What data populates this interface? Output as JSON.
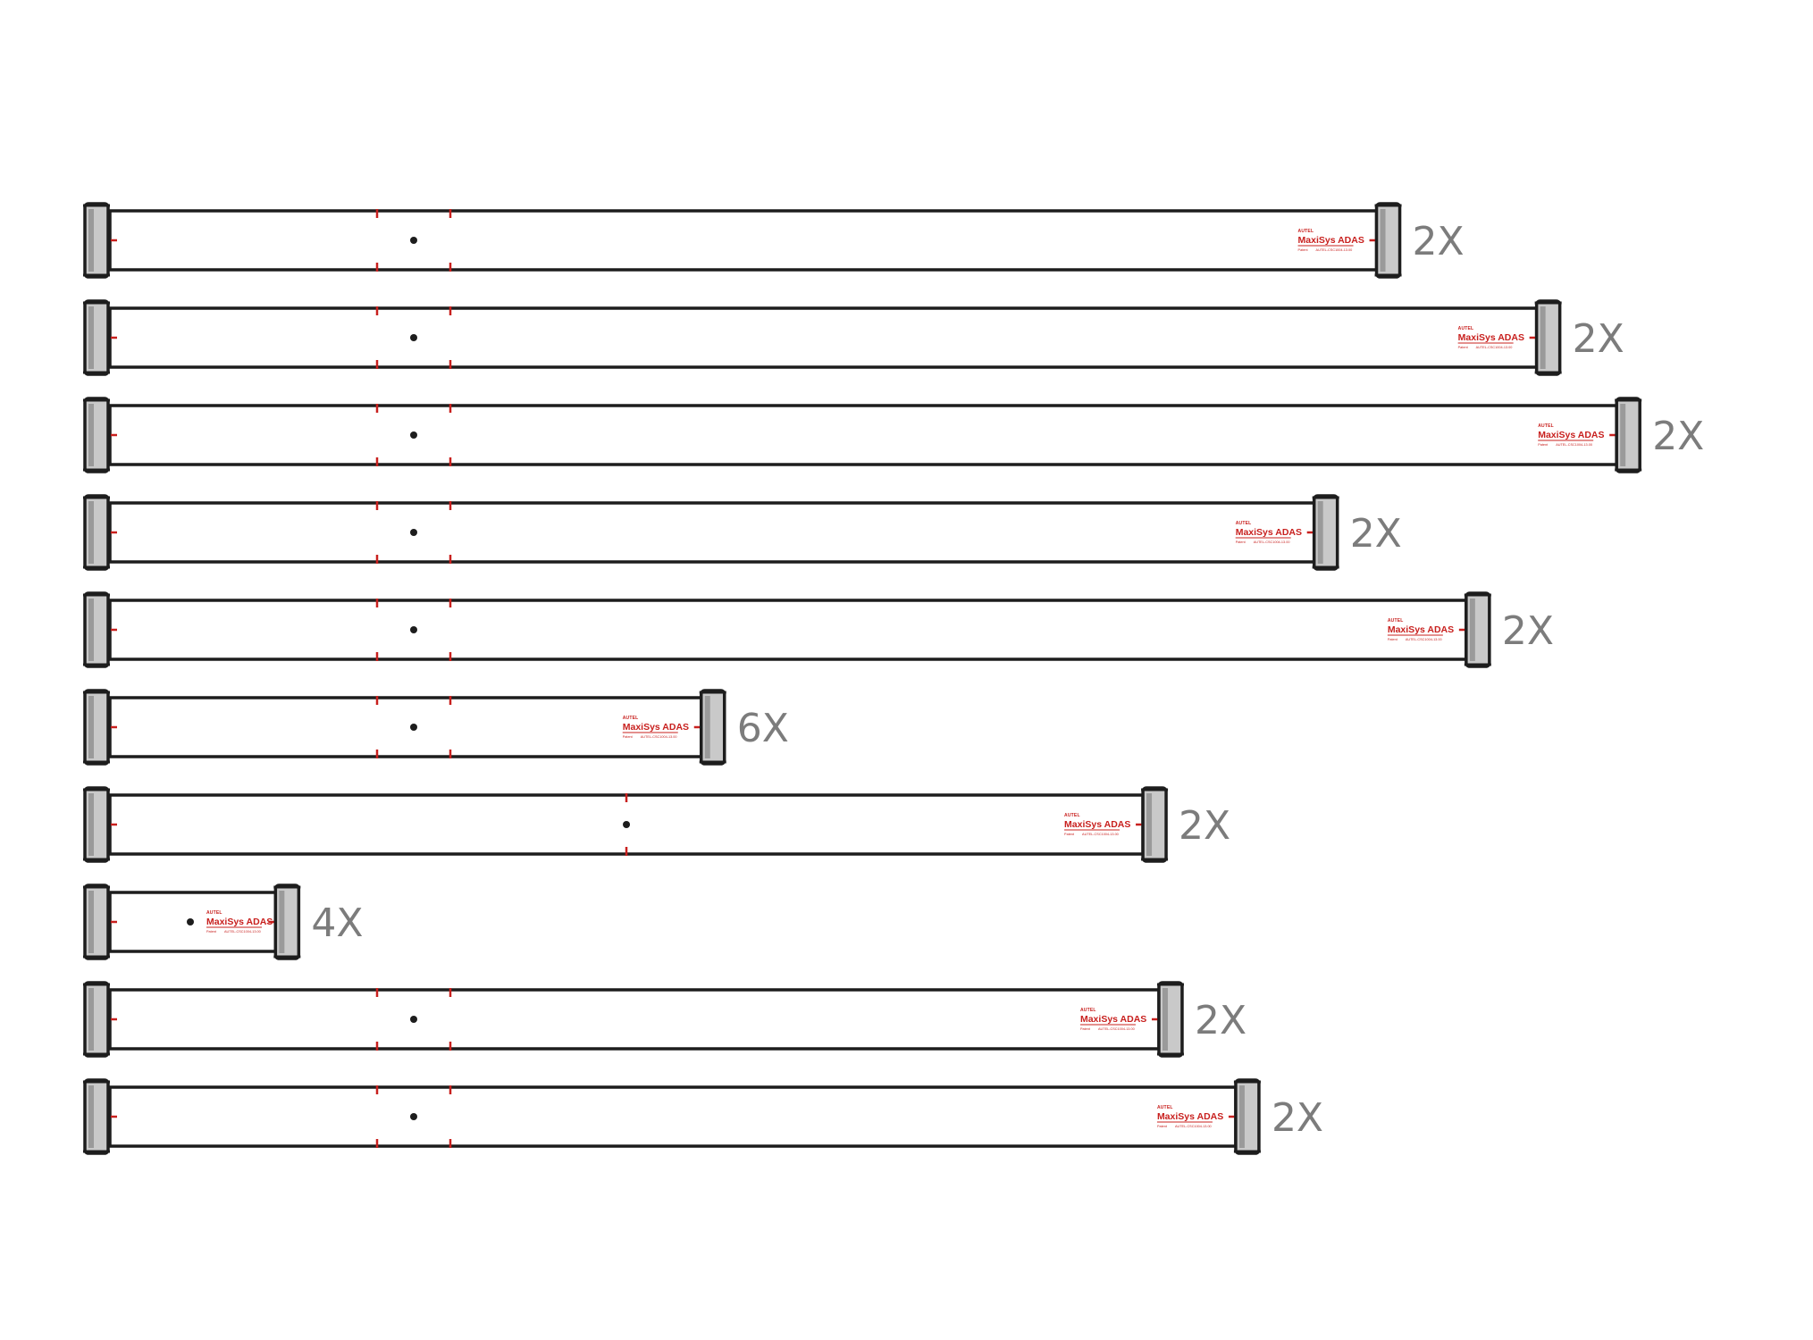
{
  "colors": {
    "outline": "#1d1d1d",
    "accent_red": "#c8201e",
    "end_cap_fill": "#c9c9c9",
    "end_cap_shade": "#9a9a9a",
    "quantity_text": "#7c7c7c"
  },
  "label": {
    "brand": "AUTEL",
    "product": "MaxiSys ADAS",
    "footer_left": "Patent",
    "footer_right": "AUTEL-CSC1004-13.00"
  },
  "bars": [
    {
      "id": "bar-1",
      "relative_length": 0.806,
      "quantity": "2X",
      "center_marks": true
    },
    {
      "id": "bar-2",
      "relative_length": 0.906,
      "quantity": "2X",
      "center_marks": true
    },
    {
      "id": "bar-3",
      "relative_length": 0.956,
      "quantity": "2X",
      "center_marks": true
    },
    {
      "id": "bar-4",
      "relative_length": 0.767,
      "quantity": "2X",
      "center_marks": true
    },
    {
      "id": "bar-5",
      "relative_length": 0.862,
      "quantity": "2X",
      "center_marks": true
    },
    {
      "id": "bar-6",
      "relative_length": 0.384,
      "quantity": "6X",
      "center_marks": true
    },
    {
      "id": "bar-7",
      "relative_length": 0.66,
      "quantity": "2X",
      "center_marks": false
    },
    {
      "id": "bar-8",
      "relative_length": 0.118,
      "quantity": "4X",
      "center_marks": false
    },
    {
      "id": "bar-9",
      "relative_length": 0.67,
      "quantity": "2X",
      "center_marks": true
    },
    {
      "id": "bar-10",
      "relative_length": 0.718,
      "quantity": "2X",
      "center_marks": true
    }
  ]
}
